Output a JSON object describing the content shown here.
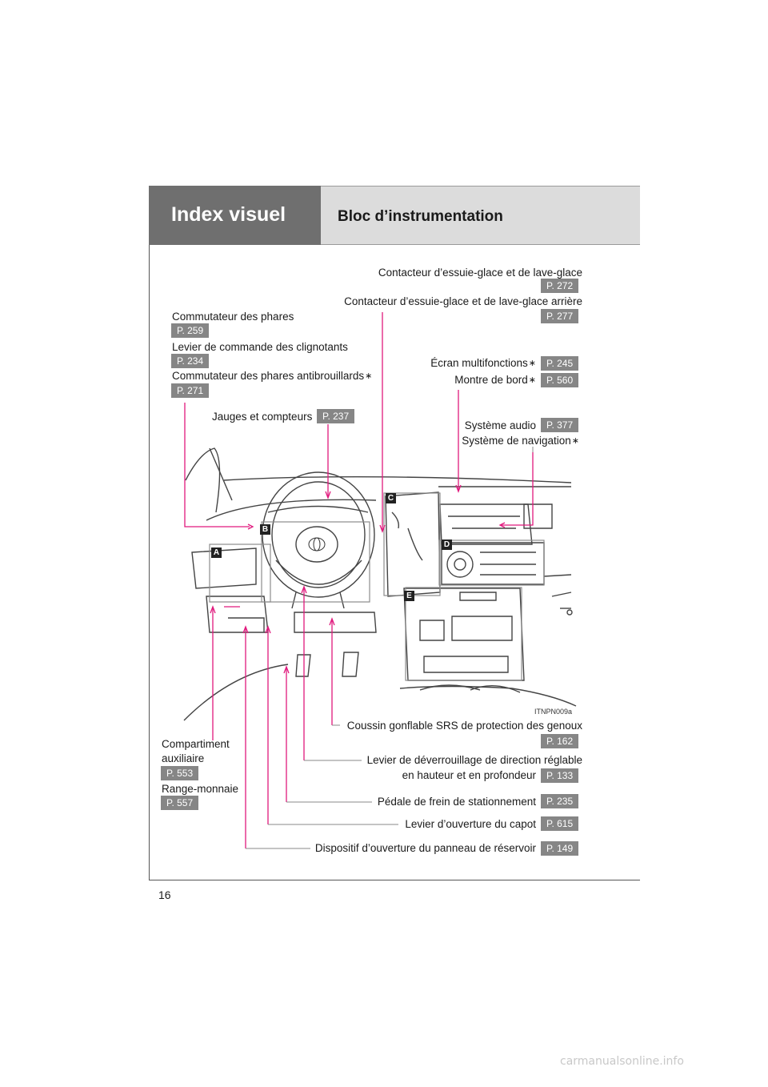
{
  "header": {
    "section": "Index visuel",
    "title": "Bloc d’instrumentation"
  },
  "labels": {
    "essuie_avant": "Contacteur d’essuie-glace et de lave-glace",
    "essuie_avant_page": "P. 272",
    "essuie_arriere": "Contacteur d’essuie-glace et de lave-glace arrière",
    "essuie_arriere_page": "P. 277",
    "phares": "Commutateur des phares",
    "phares_page": "P. 259",
    "clignotants": "Levier de commande des clignotants",
    "clignotants_page": "P. 234",
    "antibrouillards": "Commutateur des phares antibrouillards",
    "antibrouillards_page": "P. 271",
    "ecran": "Écran multifonctions",
    "ecran_page": "P. 245",
    "montre": "Montre de bord",
    "montre_page": "P. 560",
    "jauges": "Jauges et compteurs",
    "jauges_page": "P. 237",
    "audio": "Système audio",
    "audio_page": "P. 377",
    "navigation": "Système de navigation",
    "coussin": "Coussin gonflable SRS de protection des genoux",
    "coussin_page": "P. 162",
    "compartiment_1": "Compartiment",
    "compartiment_2": "auxiliaire",
    "compartiment_page": "P. 553",
    "range": "Range-monnaie",
    "range_page": "P. 557",
    "levier_dir_1": "Levier de déverrouillage de direction réglable",
    "levier_dir_2": "en hauteur et en profondeur",
    "levier_dir_page": "P. 133",
    "pedale": "Pédale de frein de stationnement",
    "pedale_page": "P. 235",
    "capot": "Levier d’ouverture du capot",
    "capot_page": "P. 615",
    "reservoir": "Dispositif d’ouverture du panneau de réservoir",
    "reservoir_page": "P. 149",
    "star": "∗"
  },
  "zones": [
    "A",
    "B",
    "C",
    "D",
    "E"
  ],
  "illustration_code": "ITNPN009a",
  "page_number": "16",
  "watermark": "carmanualsonline.info",
  "colors": {
    "leader": "#e0197d",
    "header_dark": "#6f6f6f",
    "header_light": "#dcdcdc",
    "page_badge": "#868686"
  }
}
